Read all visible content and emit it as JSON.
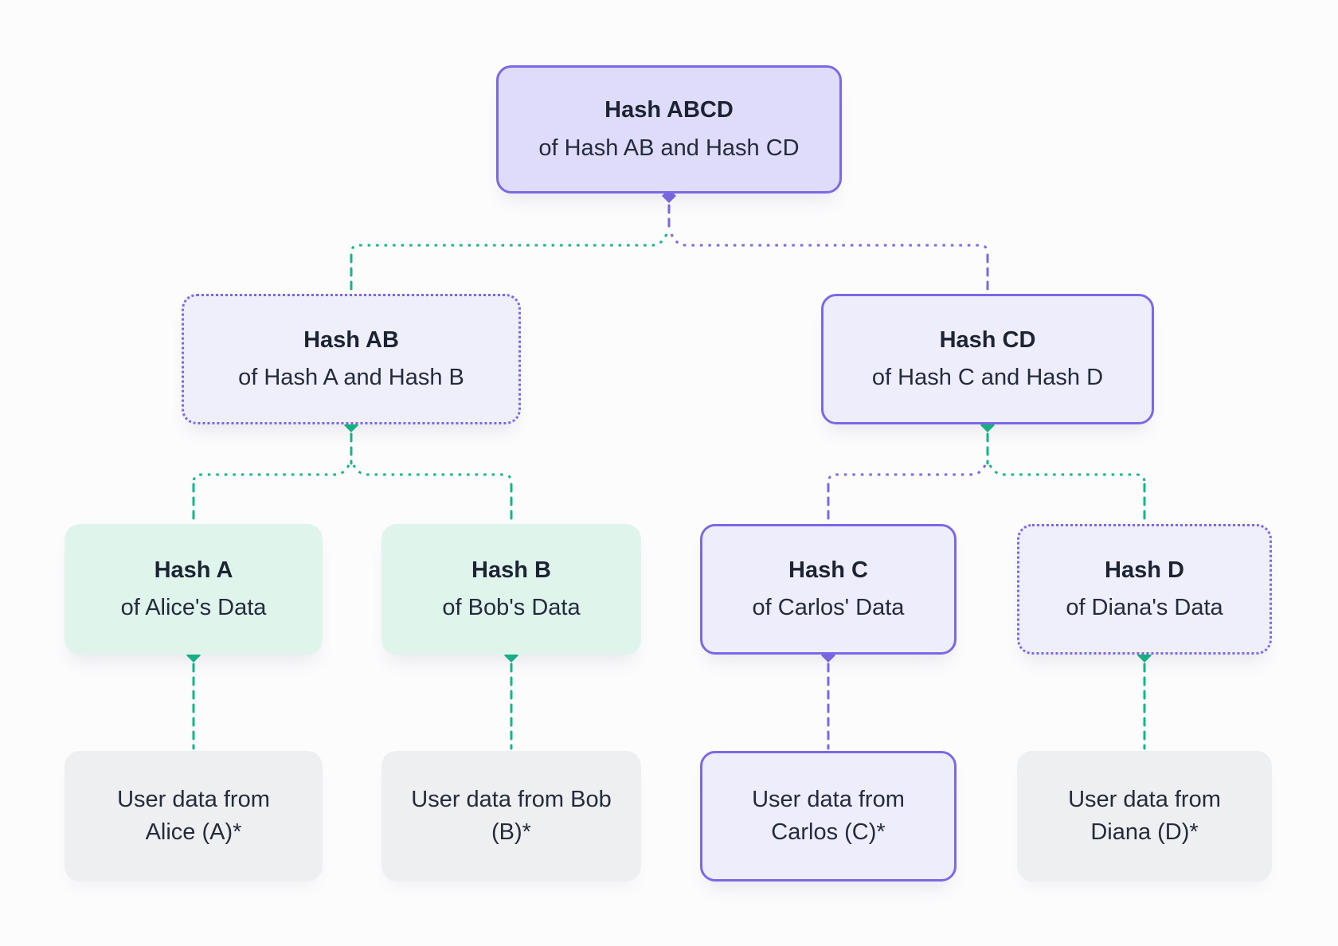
{
  "diagram": {
    "type": "merkle-tree",
    "nodes": {
      "hash_abcd": {
        "label": "Hash ABCD",
        "sublabel": "of Hash AB and Hash CD"
      },
      "hash_ab": {
        "label": "Hash AB",
        "sublabel": "of Hash A and Hash B"
      },
      "hash_cd": {
        "label": "Hash CD",
        "sublabel": "of Hash C and Hash D"
      },
      "hash_a": {
        "label": "Hash A",
        "sublabel": "of Alice's Data"
      },
      "hash_b": {
        "label": "Hash B",
        "sublabel": "of Bob's Data"
      },
      "hash_c": {
        "label": "Hash C",
        "sublabel": "of Carlos' Data"
      },
      "hash_d": {
        "label": "Hash D",
        "sublabel": "of Diana's Data"
      },
      "data_a": {
        "label": "User data from Alice (A)*"
      },
      "data_b": {
        "label": "User data from Bob (B)*"
      },
      "data_c": {
        "label": "User data from Carlos (C)*"
      },
      "data_d": {
        "label": "User data from Diana (D)*"
      }
    },
    "edges": [
      {
        "from": "hash_abcd",
        "to": "hash_ab",
        "color": "green",
        "style": "dashed"
      },
      {
        "from": "hash_abcd",
        "to": "hash_cd",
        "color": "purple",
        "style": "dashed"
      },
      {
        "from": "hash_ab",
        "to": "hash_a",
        "color": "green",
        "style": "dashed"
      },
      {
        "from": "hash_ab",
        "to": "hash_b",
        "color": "green",
        "style": "dashed"
      },
      {
        "from": "hash_cd",
        "to": "hash_c",
        "color": "purple",
        "style": "dashed"
      },
      {
        "from": "hash_cd",
        "to": "hash_d",
        "color": "green",
        "style": "dashed"
      },
      {
        "from": "hash_a",
        "to": "data_a",
        "color": "green",
        "style": "dashed"
      },
      {
        "from": "hash_b",
        "to": "data_b",
        "color": "green",
        "style": "dashed"
      },
      {
        "from": "hash_c",
        "to": "data_c",
        "color": "purple",
        "style": "dashed"
      },
      {
        "from": "hash_d",
        "to": "data_d",
        "color": "green",
        "style": "dashed"
      }
    ],
    "colors": {
      "purple": "#7b68e4",
      "green": "#13b686",
      "root_fill": "#dfdbfa",
      "lavender_fill": "#eeedfb",
      "mint_fill": "#dff5ec",
      "gray_fill": "#eeeff1",
      "text": "#222838",
      "background": "#fcfcfd"
    }
  }
}
